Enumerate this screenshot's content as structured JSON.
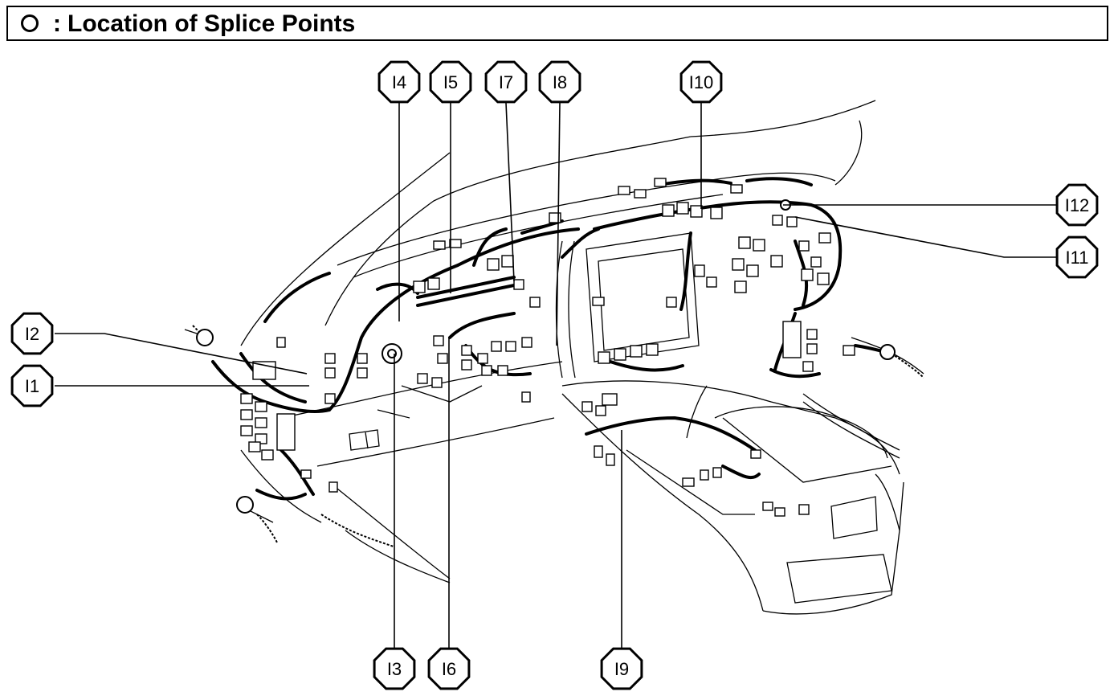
{
  "header": {
    "title": "Location of Splice Points",
    "colon": ":"
  },
  "callouts": [
    {
      "id": "I1",
      "label": "I1"
    },
    {
      "id": "I2",
      "label": "I2"
    },
    {
      "id": "I3",
      "label": "I3"
    },
    {
      "id": "I4",
      "label": "I4"
    },
    {
      "id": "I5",
      "label": "I5"
    },
    {
      "id": "I6",
      "label": "I6"
    },
    {
      "id": "I7",
      "label": "I7"
    },
    {
      "id": "I8",
      "label": "I8"
    },
    {
      "id": "I9",
      "label": "I9"
    },
    {
      "id": "I10",
      "label": "I10"
    },
    {
      "id": "I11",
      "label": "I11"
    },
    {
      "id": "I12",
      "label": "I12"
    }
  ]
}
